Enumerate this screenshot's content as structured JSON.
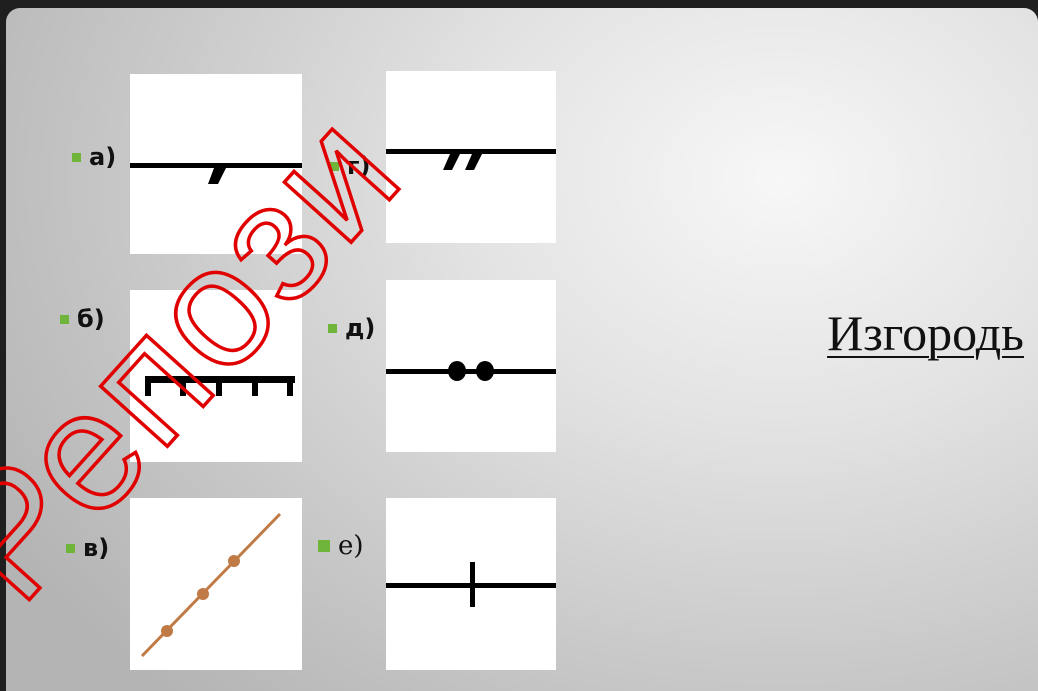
{
  "symbols": [
    {
      "id": "a",
      "label": "а)"
    },
    {
      "id": "b",
      "label": "б)"
    },
    {
      "id": "v",
      "label": "в)"
    },
    {
      "id": "g",
      "label": "г)"
    },
    {
      "id": "d",
      "label": "д)"
    },
    {
      "id": "e",
      "label": "е)"
    }
  ],
  "title": "Изгородь",
  "watermark": "Репози",
  "colors": {
    "bullet": "#6fb53a",
    "watermark": "#e00000",
    "fence_v": "#c07a45"
  }
}
